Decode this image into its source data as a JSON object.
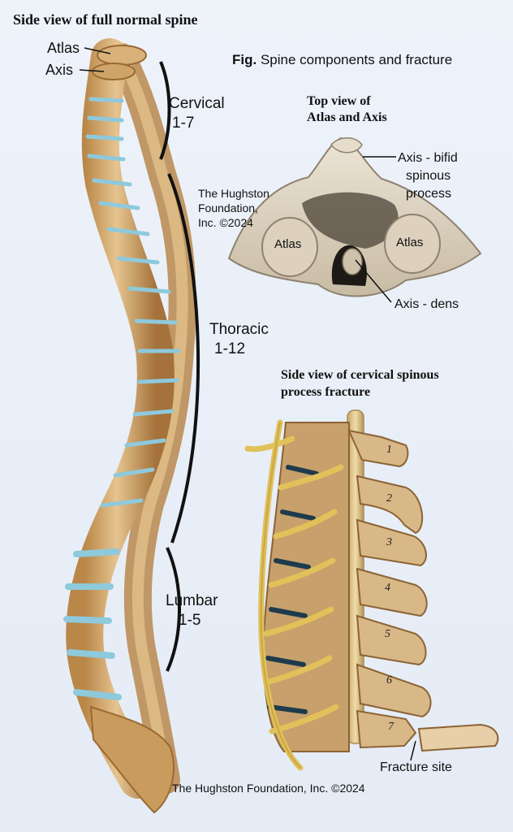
{
  "title": "Side view of full normal spine",
  "caption": {
    "prefix": "Fig.",
    "text": "Spine components and fracture"
  },
  "spine_labels": {
    "atlas": "Atlas",
    "axis": "Axis"
  },
  "regions": [
    {
      "name": "Cervical",
      "range": "1-7"
    },
    {
      "name": "Thoracic",
      "range": "1-12"
    },
    {
      "name": "Lumbar",
      "range": "1-5"
    }
  ],
  "top_view": {
    "title_line1": "Top view of",
    "title_line2": "Atlas and Axis",
    "label_bifid_1": "Axis - bifid",
    "label_bifid_2": "spinous",
    "label_bifid_3": "process",
    "label_atlas_left": "Atlas",
    "label_atlas_right": "Atlas",
    "label_dens": "Axis - dens"
  },
  "copyright_mid": {
    "line1": "The Hughston",
    "line2": "Foundation,",
    "line3": "Inc. ©2024"
  },
  "fracture_view": {
    "title_line1": "Side view of cervical spinous",
    "title_line2": "process fracture",
    "numbers": [
      "1",
      "2",
      "3",
      "4",
      "5",
      "6",
      "7"
    ],
    "fracture_label": "Fracture site"
  },
  "footer": "The Hughston Foundation, Inc. ©2024",
  "colors": {
    "bone": "#d8b07a",
    "bone_dark": "#a9773f",
    "disc": "#8ec9dc",
    "nerve": "#e2c45d",
    "background": "#eaf0f8"
  }
}
